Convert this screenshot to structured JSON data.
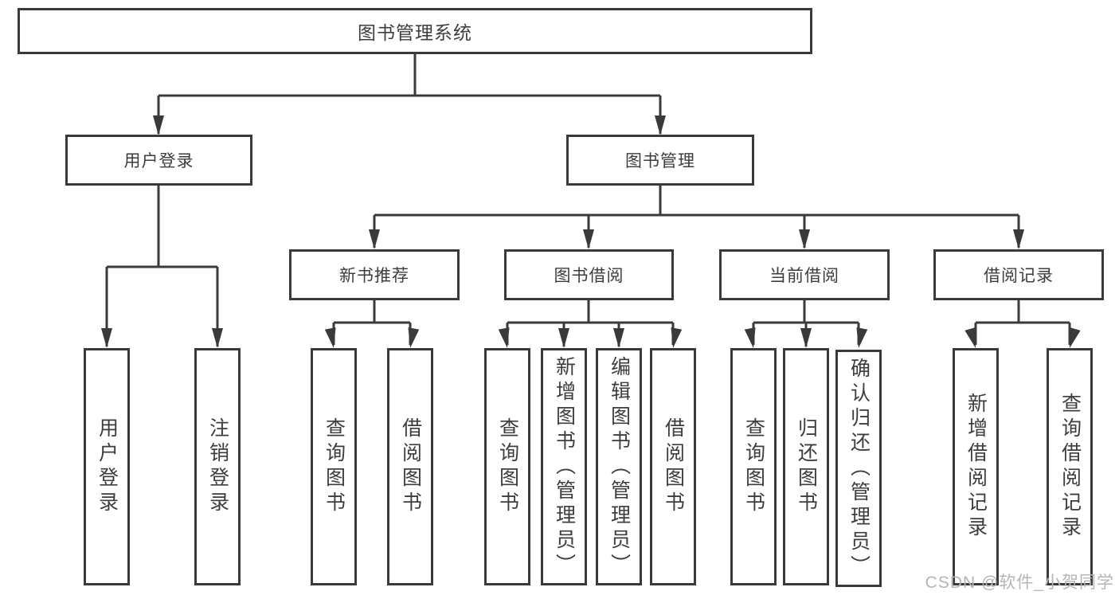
{
  "diagram": {
    "type": "hierarchy-flowchart",
    "watermark": "CSDN @软件_小贺同学",
    "colors": {
      "line": "#3a3a3a",
      "border": "#3a3a3a",
      "text": "#3d3d3d",
      "background": "#ffffff",
      "watermark": "#b5b5b5"
    },
    "nodes": {
      "root": {
        "label": "图书管理系统"
      },
      "user_login": {
        "label": "用户登录"
      },
      "book_management": {
        "label": "图书管理"
      },
      "new_book_recommend": {
        "label": "新书推荐"
      },
      "book_borrow": {
        "label": "图书借阅"
      },
      "current_borrow": {
        "label": "当前借阅"
      },
      "borrow_records": {
        "label": "借阅记录"
      },
      "leaf_user_login": {
        "label": "用户登录"
      },
      "leaf_logout": {
        "label": "注销登录"
      },
      "leaf_query_books_recommend": {
        "label": "查询图书"
      },
      "leaf_borrow_books_recommend": {
        "label": "借阅图书"
      },
      "leaf_query_books_borrow": {
        "label": "查询图书"
      },
      "leaf_add_book_admin": {
        "label": "新增图书（管理员）"
      },
      "leaf_edit_book_admin": {
        "label": "编辑图书（管理员）"
      },
      "leaf_borrow_books_borrow": {
        "label": "借阅图书"
      },
      "leaf_query_books_current": {
        "label": "查询图书"
      },
      "leaf_return_book": {
        "label": "归还图书"
      },
      "leaf_confirm_return_admin": {
        "label": "确认归还（管理员）"
      },
      "leaf_add_borrow_record": {
        "label": "新增借阅记录"
      },
      "leaf_query_borrow_record": {
        "label": "查询借阅记录"
      }
    },
    "edges": [
      [
        "root",
        "user_login"
      ],
      [
        "root",
        "book_management"
      ],
      [
        "user_login",
        "leaf_user_login"
      ],
      [
        "user_login",
        "leaf_logout"
      ],
      [
        "book_management",
        "new_book_recommend"
      ],
      [
        "book_management",
        "book_borrow"
      ],
      [
        "book_management",
        "current_borrow"
      ],
      [
        "book_management",
        "borrow_records"
      ],
      [
        "new_book_recommend",
        "leaf_query_books_recommend"
      ],
      [
        "new_book_recommend",
        "leaf_borrow_books_recommend"
      ],
      [
        "book_borrow",
        "leaf_query_books_borrow"
      ],
      [
        "book_borrow",
        "leaf_add_book_admin"
      ],
      [
        "book_borrow",
        "leaf_edit_book_admin"
      ],
      [
        "book_borrow",
        "leaf_borrow_books_borrow"
      ],
      [
        "current_borrow",
        "leaf_query_books_current"
      ],
      [
        "current_borrow",
        "leaf_return_book"
      ],
      [
        "current_borrow",
        "leaf_confirm_return_admin"
      ],
      [
        "borrow_records",
        "leaf_add_borrow_record"
      ],
      [
        "borrow_records",
        "leaf_query_borrow_record"
      ]
    ]
  }
}
